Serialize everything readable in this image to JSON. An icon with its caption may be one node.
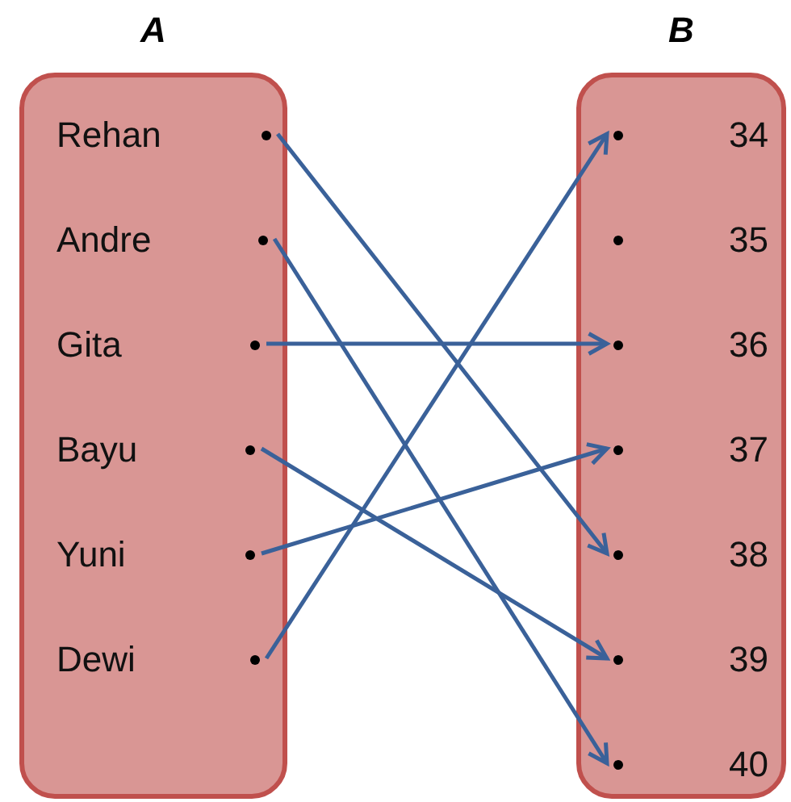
{
  "diagram": {
    "nodes": [
      {
        "text": [
          "A"
        ]
      },
      {
        "text": [
          "Rehan"
        ],
        "in": 0
      },
      {
        "text": [
          "Andre"
        ],
        "in": 0
      },
      {
        "text": [
          "Gita"
        ],
        "in": 0
      },
      {
        "text": [
          "Bayu"
        ],
        "in": 0
      },
      {
        "text": [
          "Yuni"
        ],
        "in": 0
      },
      {
        "text": [
          "Dewi"
        ],
        "in": 0
      },
      {
        "text": [
          "B"
        ]
      },
      {
        "text": [
          "34"
        ],
        "in": 7
      },
      {
        "text": [
          "35"
        ],
        "in": 7
      },
      {
        "text": [
          "36"
        ],
        "in": 7
      },
      {
        "text": [
          "37"
        ],
        "in": 7
      },
      {
        "text": [
          "38"
        ],
        "in": 7
      },
      {
        "text": [
          "39"
        ],
        "in": 7
      },
      {
        "text": [
          "40"
        ],
        "in": 7
      }
    ],
    "edges": [
      {
        "from": 1,
        "to": 12,
        "arrow": "to"
      },
      {
        "from": 2,
        "to": 14,
        "arrow": "to"
      },
      {
        "from": 3,
        "to": 10,
        "arrow": "to"
      },
      {
        "from": 4,
        "to": 13,
        "arrow": "to"
      },
      {
        "from": 5,
        "to": 11,
        "arrow": "to"
      },
      {
        "from": 6,
        "to": 8,
        "arrow": "to"
      }
    ]
  }
}
